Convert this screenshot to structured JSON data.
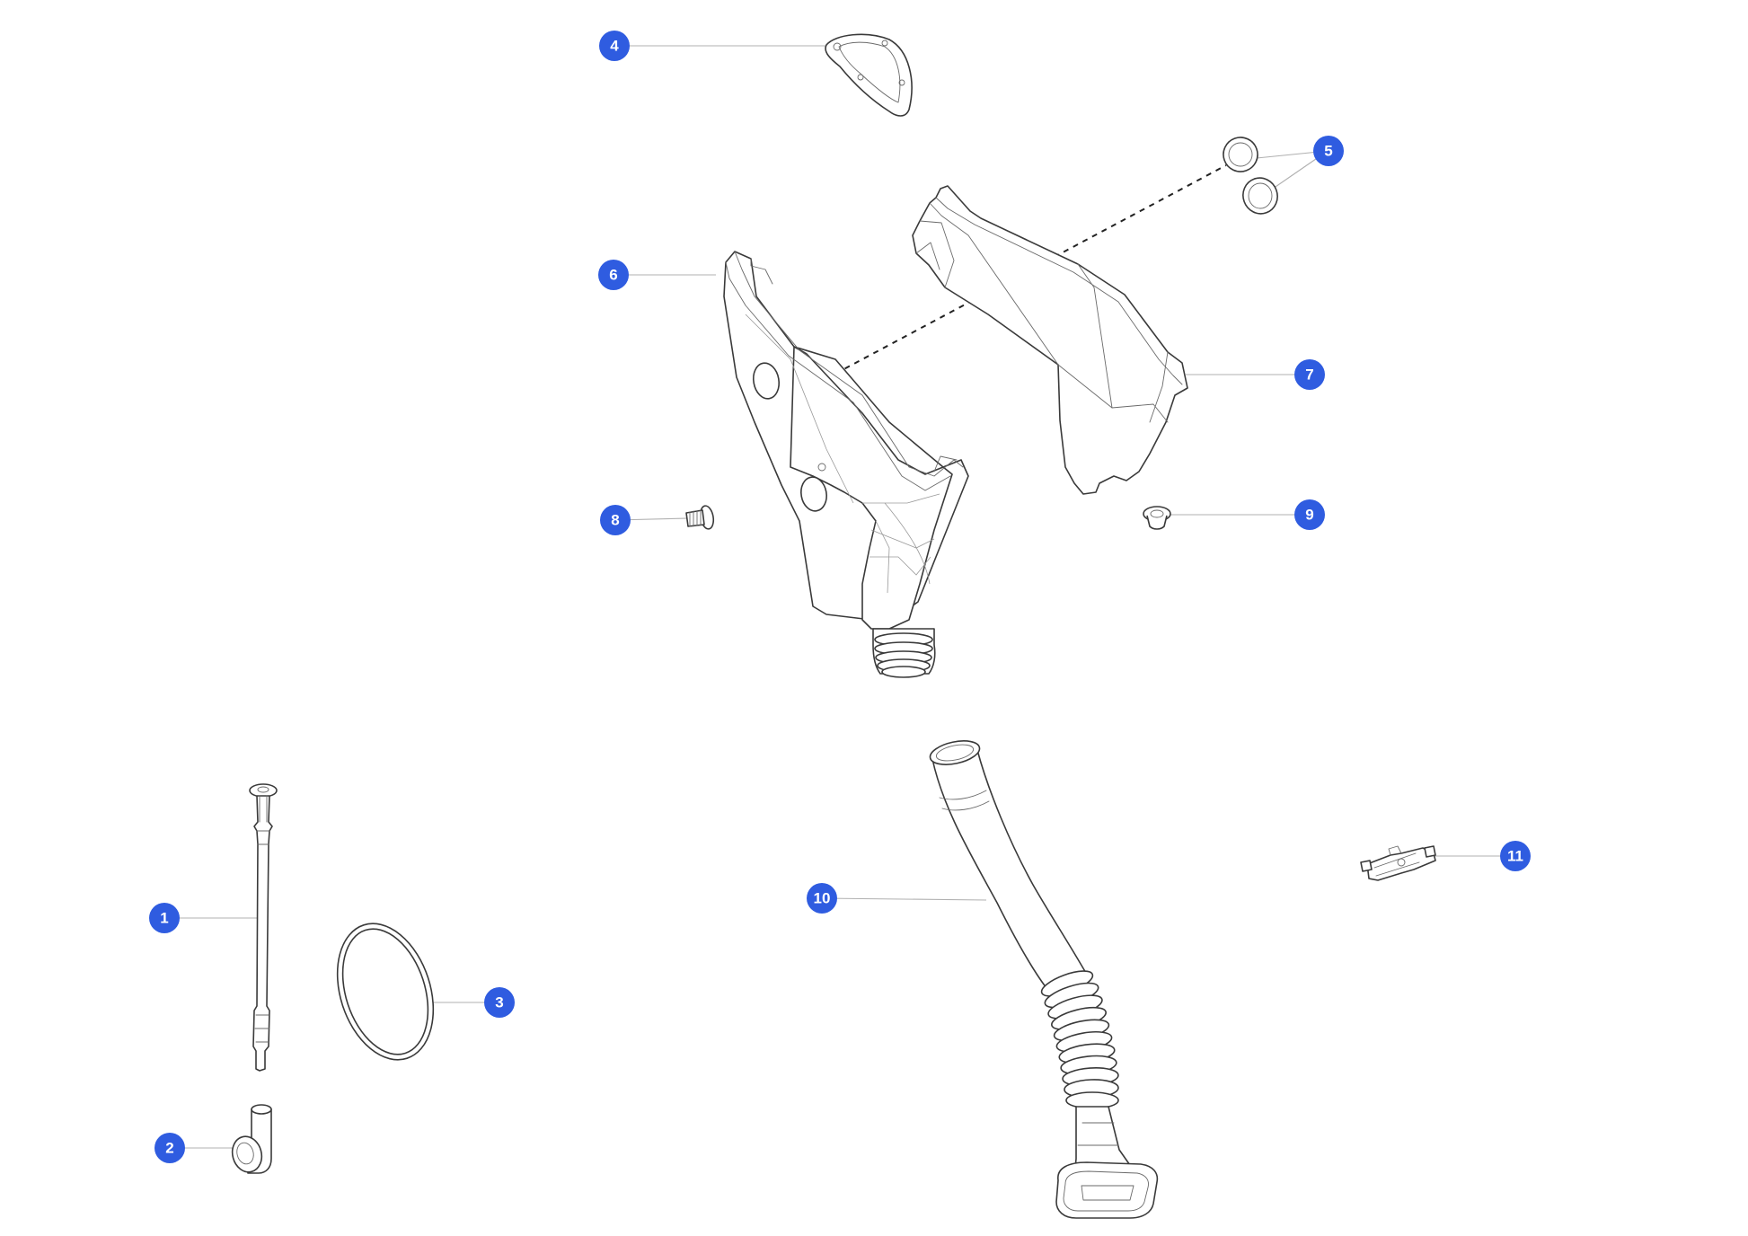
{
  "colors": {
    "callout_fill": "#2f5ce0",
    "callout_text": "#ffffff",
    "line_art": "#3a3a3a",
    "leader": "#b0b0b0",
    "background": "#ffffff"
  },
  "callouts": [
    {
      "id": "callout-1",
      "label": "1",
      "part": "dipstick-rod"
    },
    {
      "id": "callout-2",
      "label": "2",
      "part": "elbow-fitting"
    },
    {
      "id": "callout-3",
      "label": "3",
      "part": "o-ring-seal"
    },
    {
      "id": "callout-4",
      "label": "4",
      "part": "gasket"
    },
    {
      "id": "callout-5",
      "label": "5",
      "part": "washers"
    },
    {
      "id": "callout-6",
      "label": "6",
      "part": "funnel-bracket"
    },
    {
      "id": "callout-7",
      "label": "7",
      "part": "cover-shield"
    },
    {
      "id": "callout-8",
      "label": "8",
      "part": "screw"
    },
    {
      "id": "callout-9",
      "label": "9",
      "part": "grommet"
    },
    {
      "id": "callout-10",
      "label": "10",
      "part": "filler-hose"
    },
    {
      "id": "callout-11",
      "label": "11",
      "part": "clip"
    }
  ]
}
